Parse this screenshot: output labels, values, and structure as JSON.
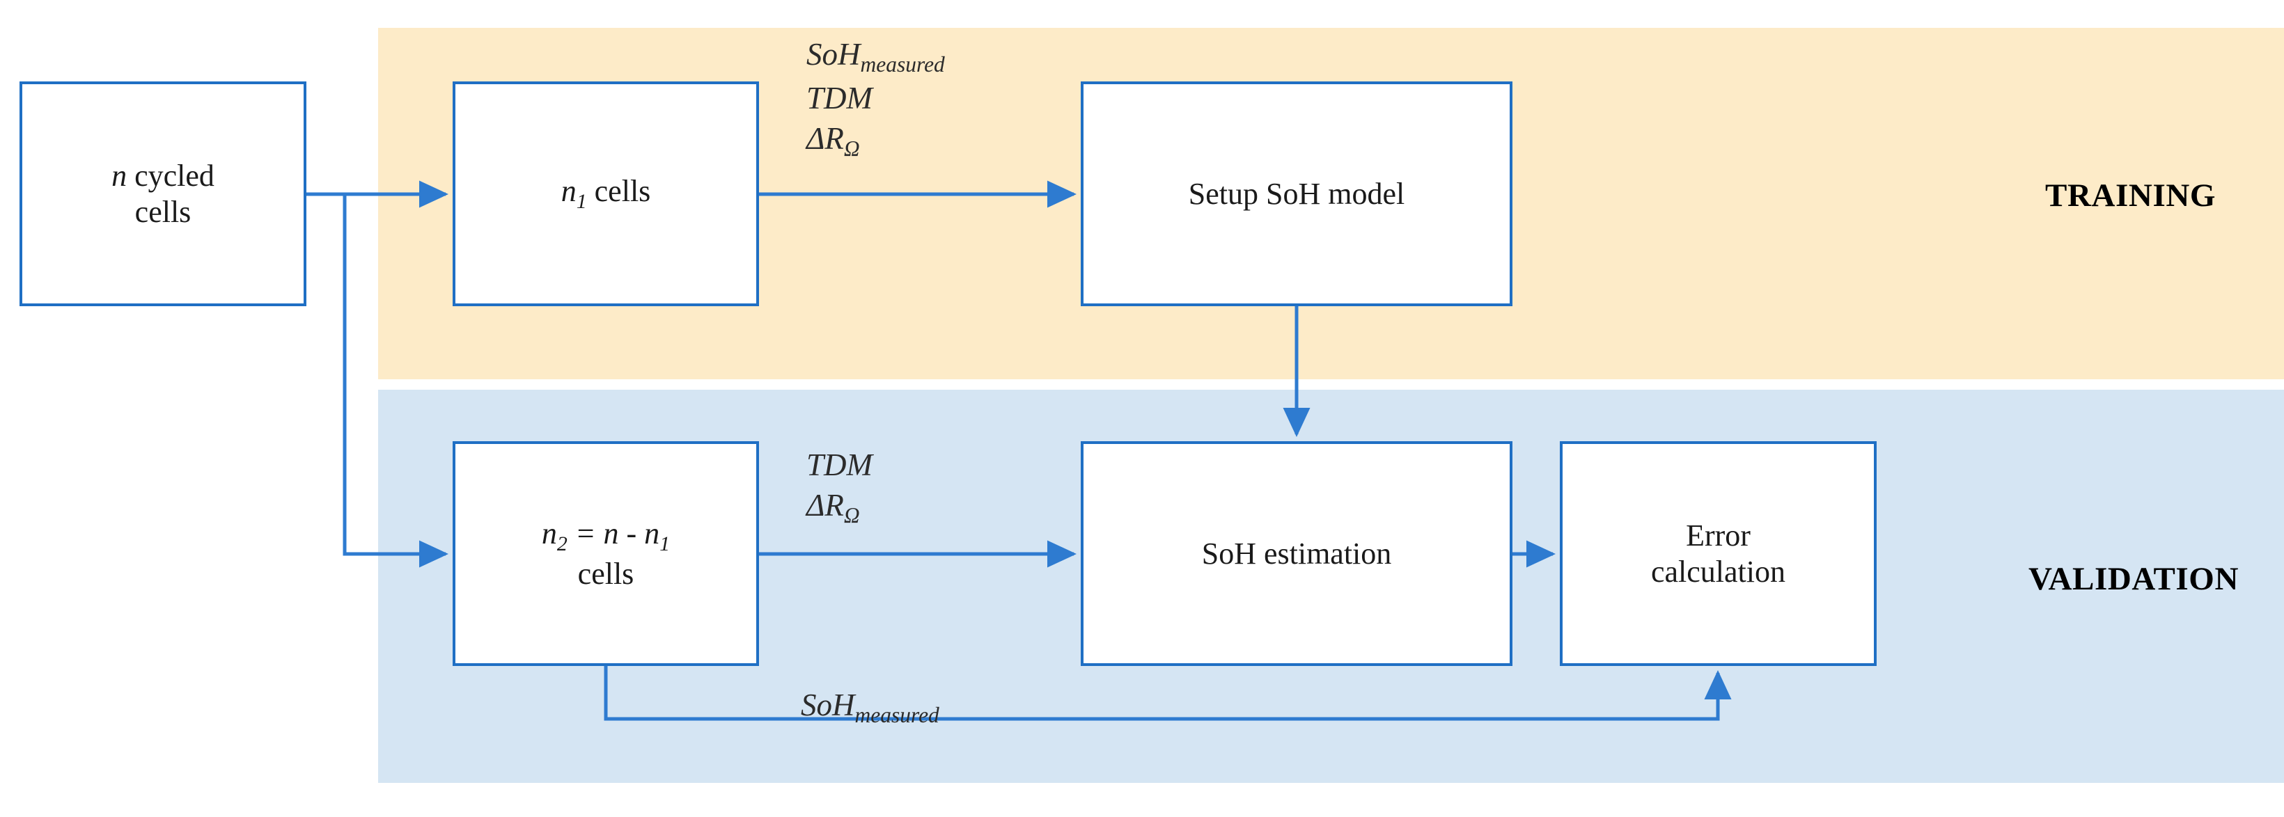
{
  "diagram": {
    "title_hidden": "",
    "colors": {
      "training_band": "#FDEBC8",
      "validation_band": "#D5E5F3",
      "node_border": "#1F6FC4",
      "node_fill": "#FFFFFF",
      "connector": "#2E7BD0",
      "text": "#1a1a1a"
    },
    "bands": [
      {
        "id": "training",
        "label": "TRAINING"
      },
      {
        "id": "validation",
        "label": "VALIDATION"
      }
    ],
    "nodes": [
      {
        "id": "cycled",
        "line1_math": "n",
        "line1_rest": " cycled",
        "line2": "cells"
      },
      {
        "id": "n1",
        "math": "n",
        "sub": "1",
        "rest": " cells"
      },
      {
        "id": "setup",
        "label": "Setup SoH model"
      },
      {
        "id": "n2",
        "expr_n2": "n",
        "expr_sub2": "2",
        "expr_eq": " = ",
        "expr_n": "n",
        "expr_minus": " - ",
        "expr_n1": "n",
        "expr_sub1": "1",
        "line2": "cells"
      },
      {
        "id": "soh_est",
        "label": "SoH estimation"
      },
      {
        "id": "error",
        "line1": "Error",
        "line2": "calculation"
      }
    ],
    "edge_labels": {
      "top": {
        "l1_base": "SoH",
        "l1_sub": "measured",
        "l2": "TDM",
        "l3_delta": "ΔR",
        "l3_sub": "Ω"
      },
      "mid": {
        "l1": "TDM",
        "l2_delta": "ΔR",
        "l2_sub": "Ω"
      },
      "feedback": {
        "base": "SoH",
        "sub": "measured"
      }
    },
    "connectors": [
      {
        "id": "cycled-to-n1",
        "from": "cycled",
        "to": "n1",
        "type": "elbow-right-arrow"
      },
      {
        "id": "cycled-to-n2",
        "from": "cycled",
        "to": "n2",
        "type": "branch-down-arrow"
      },
      {
        "id": "n1-to-setup",
        "from": "n1",
        "to": "setup",
        "type": "straight-arrow"
      },
      {
        "id": "setup-to-sohest",
        "from": "setup",
        "to": "soh_est",
        "type": "vertical-arrow"
      },
      {
        "id": "n2-to-sohest",
        "from": "n2",
        "to": "soh_est",
        "type": "straight-arrow"
      },
      {
        "id": "sohest-to-error",
        "from": "soh_est",
        "to": "error",
        "type": "straight-arrow"
      },
      {
        "id": "n2-to-error",
        "from": "n2",
        "to": "error",
        "type": "feedback-up-arrow"
      }
    ]
  }
}
